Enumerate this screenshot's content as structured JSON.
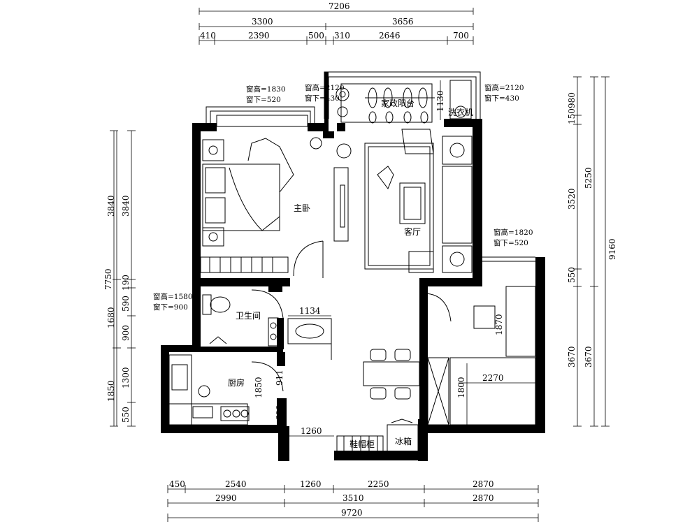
{
  "dims_top": {
    "total": "7206",
    "left_group": "3300",
    "right_group": "3656",
    "seg": [
      "410",
      "2390",
      "500",
      "310",
      "2646",
      "700"
    ]
  },
  "dims_bottom": {
    "seg": [
      "450",
      "2540",
      "1260",
      "2250",
      "2870"
    ],
    "group": [
      "2990",
      "3510",
      "2870"
    ],
    "total": "9720"
  },
  "dims_left": {
    "outer": [
      "7750"
    ],
    "mid": [
      "3840",
      "1680",
      "1850"
    ],
    "inner": [
      "3840",
      "190",
      "590",
      "900",
      "1300",
      "550"
    ]
  },
  "dims_right": {
    "inner": [
      "980",
      "150",
      "3520",
      "550",
      "3670"
    ],
    "mid": [
      "5250",
      "3670"
    ],
    "outer": [
      "9160"
    ]
  },
  "inner_dims": [
    "1130",
    "1134",
    "1870",
    "2270",
    "1800",
    "1850",
    "911",
    "600",
    "1260"
  ],
  "rooms": {
    "master_bedroom": "主卧",
    "living_room": "客厅",
    "balcony": "家政阳台",
    "washer": "洗衣机",
    "bathroom": "卫生间",
    "kitchen": "厨房",
    "shoe_cabinet": "鞋帽柜",
    "fridge": "冰箱"
  },
  "windows": [
    {
      "h": "窗高=1830",
      "b": "窗下=520"
    },
    {
      "h": "窗高=2120",
      "b": "窗下=430"
    },
    {
      "h": "窗高=2120",
      "b": "窗下=430"
    },
    {
      "h": "窗高=1820",
      "b": "窗下=520"
    },
    {
      "h": "窗高=1580",
      "b": "窗下=900"
    }
  ]
}
